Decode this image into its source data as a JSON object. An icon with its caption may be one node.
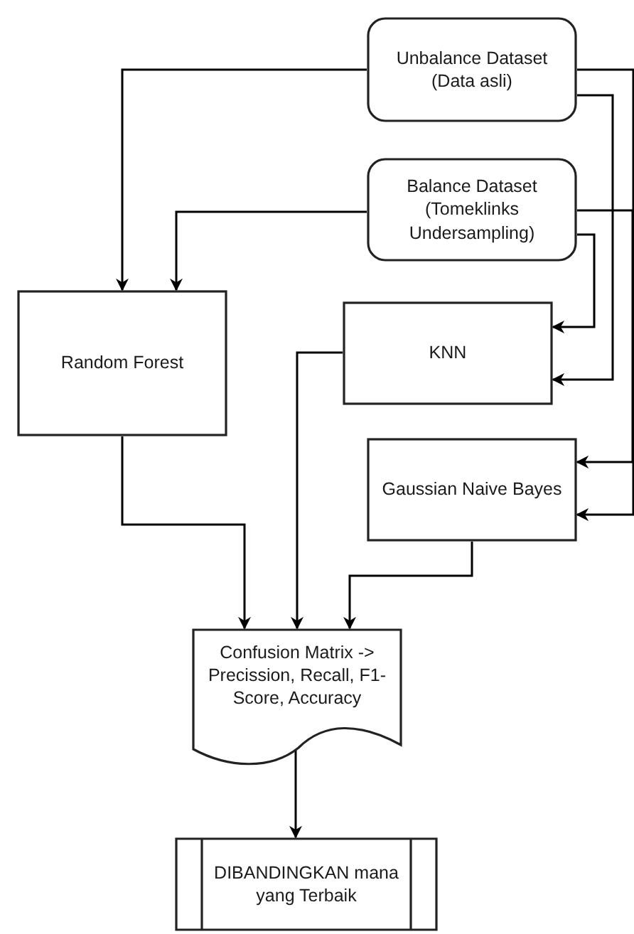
{
  "diagram": {
    "nodes": [
      {
        "text": [
          "Unbalance Dataset (Data asli)"
        ]
      },
      {
        "text": [
          "Balance Dataset (Tomeklinks Undersampling)"
        ]
      },
      {
        "text": [
          "KNN"
        ]
      },
      {
        "text": [
          "Random Forest"
        ]
      },
      {
        "text": [
          "Gaussian Naive Bayes"
        ]
      },
      {
        "text": [
          "Confusion Matrix -> Precission, Recall, F1-Score, Accuracy"
        ]
      },
      {
        "text": [
          "DIBANDINGKAN mana yang Terbaik"
        ]
      }
    ],
    "edges": [
      {
        "from": 0,
        "to": 3,
        "arrow": "to"
      },
      {
        "from": 1,
        "to": 3,
        "arrow": "to"
      },
      {
        "from": 1,
        "to": 2,
        "arrow": "to"
      },
      {
        "from": 0,
        "to": 2,
        "arrow": "to"
      },
      {
        "from": 1,
        "to": 4,
        "arrow": "to"
      },
      {
        "from": 0,
        "to": 4,
        "arrow": "to"
      },
      {
        "from": 3,
        "to": 5,
        "arrow": "to"
      },
      {
        "from": 2,
        "to": 5,
        "arrow": "to"
      },
      {
        "from": 4,
        "to": 5,
        "arrow": "to"
      },
      {
        "from": 5,
        "to": 6,
        "arrow": "to"
      }
    ]
  }
}
